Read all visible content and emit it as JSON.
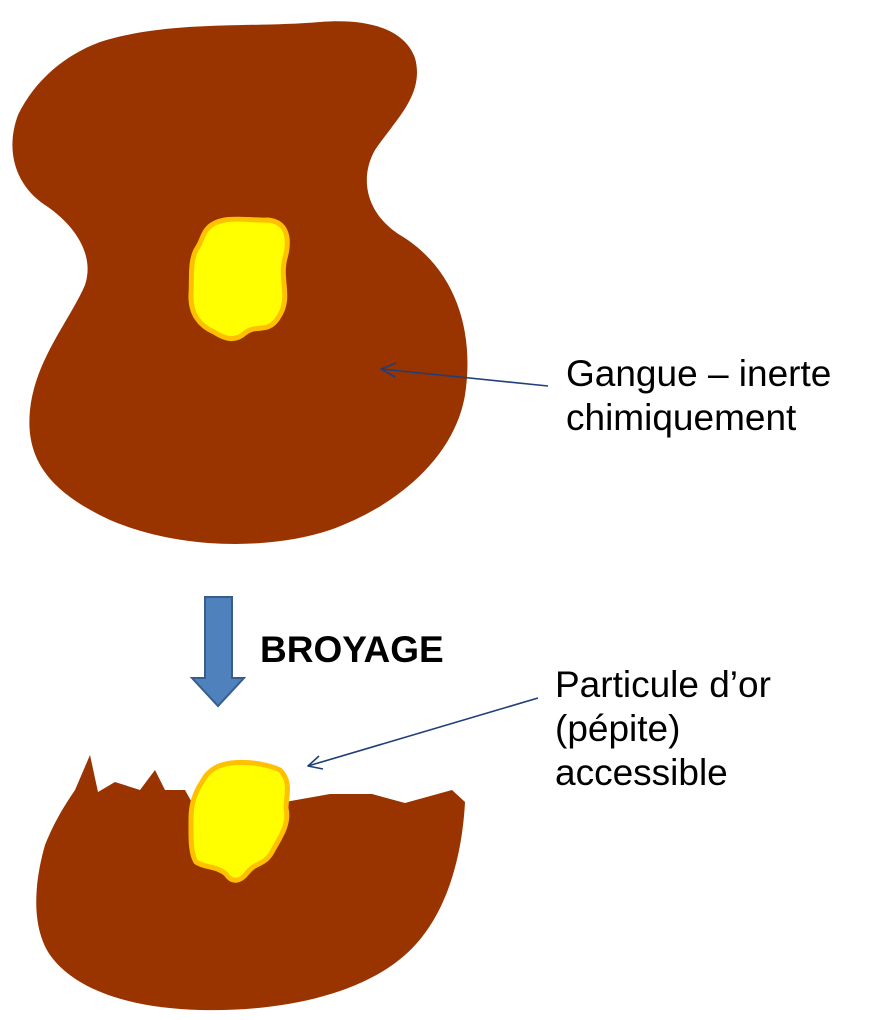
{
  "colors": {
    "gangue": "#993300",
    "gold_fill": "#ffff00",
    "gold_outline": "#ffc000",
    "arrow_fill": "#4f81bd",
    "arrow_stroke": "#385d8a",
    "pointer_line": "#1f3f7a"
  },
  "process": {
    "label": "BROYAGE"
  },
  "annotations": {
    "gangue": {
      "line1": "Gangue – inerte",
      "line2": "chimiquement"
    },
    "particle": {
      "line1": "Particule d’or",
      "line2": "(pépite)",
      "line3": "accessible"
    }
  }
}
